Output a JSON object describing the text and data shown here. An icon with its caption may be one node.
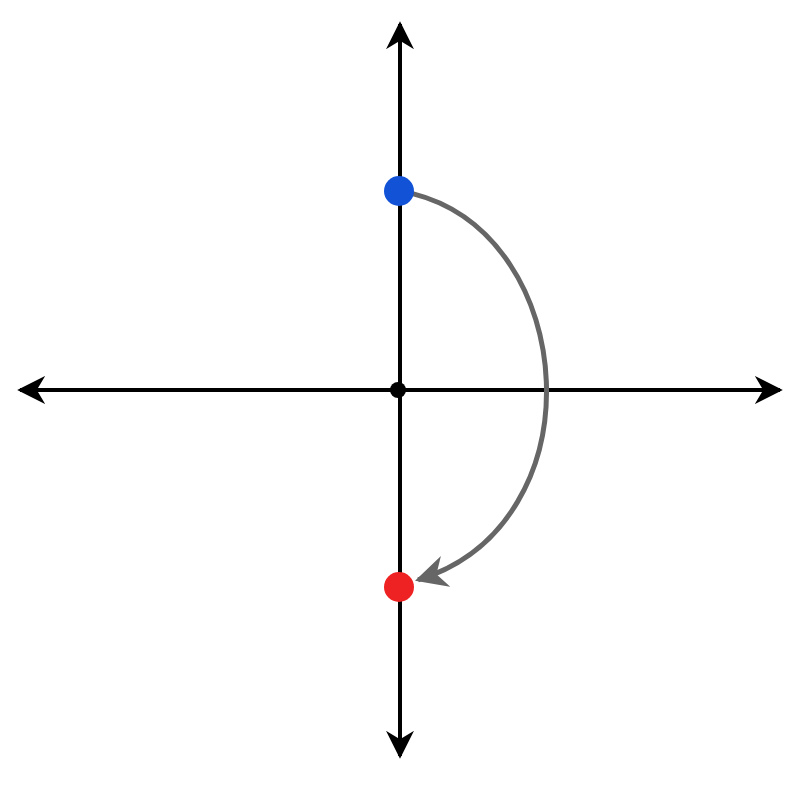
{
  "diagram": {
    "nodes": [
      {
        "text": [],
        "shape": "circle"
      },
      {
        "text": [],
        "shape": "circle"
      },
      {
        "text": [],
        "shape": "circle"
      }
    ],
    "edges": [
      {
        "from": 0,
        "to": 2,
        "arrow": "to"
      }
    ]
  }
}
